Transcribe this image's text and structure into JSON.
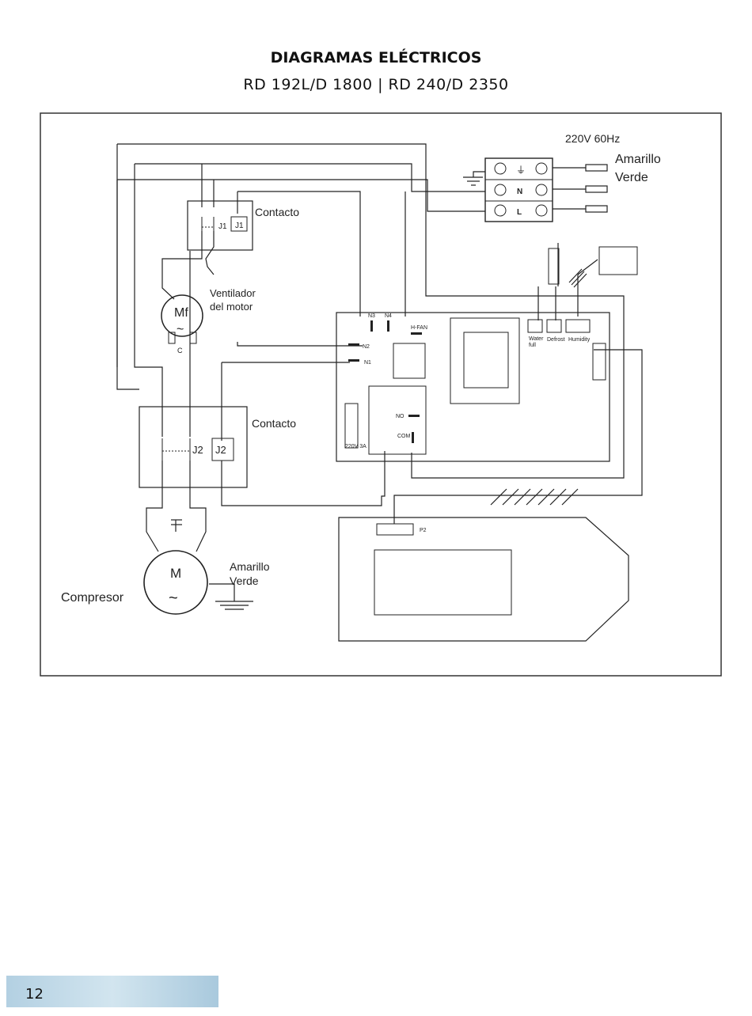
{
  "page": {
    "title": "DIAGRAMAS ELÉCTRICOS",
    "subtitle": "RD 192L/D 1800  |   RD 240/D 2350",
    "page_number": "12"
  },
  "diagram": {
    "supply": "220V 60Hz",
    "supply_wires": "Amarillo\nVerde",
    "terminal_ground": "⏚",
    "terminal_n": "N",
    "terminal_l": "L",
    "contact_top_label": "Contacto",
    "contact_top_switch": "J1",
    "contact_top_coil": "J1",
    "fan_motor_symbol": "Mf",
    "fan_motor_tilde": "~",
    "fan_capacitor": "C",
    "fan_label_1": "Ventilador",
    "fan_label_2": "del motor",
    "contact_bottom_label": "Contacto",
    "contact_bottom_switch": "J2",
    "contact_bottom_coil": "J2",
    "compressor_symbol": "M",
    "compressor_tilde": "~",
    "compressor_label": "Compresor",
    "compressor_wire_1": "Amarillo",
    "compressor_wire_2": "Verde",
    "board_n3": "N3",
    "board_n4": "N4",
    "board_hfan": "H-FAN",
    "board_n2": "N2",
    "board_n1": "N1",
    "board_no": "NO",
    "board_com": "COM",
    "board_fuse": "220V 3A",
    "sensor_water": "Water",
    "sensor_water_2": "full",
    "sensor_defrost": "Defrost",
    "sensor_humidity": "Humidity",
    "display_p2": "P2"
  }
}
